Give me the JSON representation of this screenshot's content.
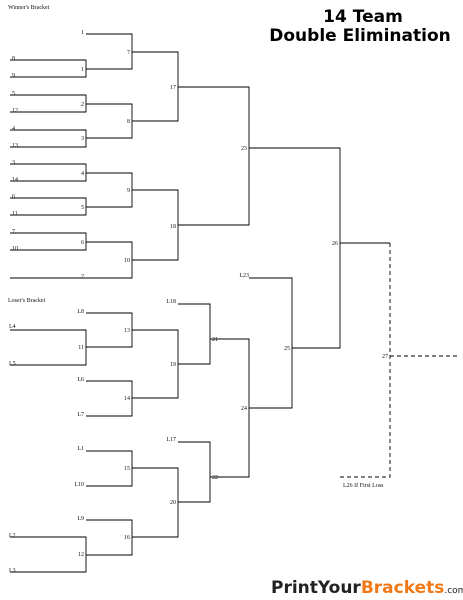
{
  "title_line1": "14 Team",
  "title_line2": "Double Elimination",
  "winners_label": "Winner's Bracket",
  "losers_label": "Loser's Bracket",
  "if_first_loss": "L26 If First Loss",
  "logo": {
    "part1": "PrintYour",
    "part2": "Brackets",
    "part3": ".com"
  },
  "winners_round1_slots": [
    "1",
    "8",
    "9",
    "5",
    "12",
    "4",
    "13",
    "3",
    "14",
    "6",
    "11",
    "7",
    "10",
    "2"
  ],
  "winners_games": {
    "g1": "1",
    "g2": "2",
    "g3": "3",
    "g4": "4",
    "g5": "5",
    "g6": "6",
    "g7": "7",
    "g8": "8",
    "g9": "9",
    "g10": "10",
    "g17": "17",
    "g18": "18",
    "g23": "23"
  },
  "losers_slots": [
    "L8",
    "L4",
    "L5",
    "L6",
    "L7",
    "L1",
    "L10",
    "L9",
    "L2",
    "L3",
    "L18",
    "L17",
    "L23"
  ],
  "losers_games": {
    "g11": "11",
    "g12": "12",
    "g13": "13",
    "g14": "14",
    "g15": "15",
    "g16": "16",
    "g19": "19",
    "g20": "20",
    "g21": "21",
    "g22": "22",
    "g24": "24",
    "g25": "25"
  },
  "finals": {
    "g26": "26",
    "g27": "27"
  }
}
